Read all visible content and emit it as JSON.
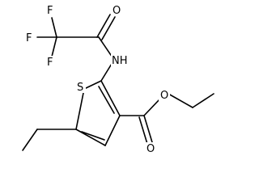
{
  "molecule": {
    "atoms": {
      "f_top": "F",
      "f_left": "F",
      "f_bottom": "F",
      "o_amide": "O",
      "nh": "NH",
      "s_ring": "S",
      "o_ester_carbonyl": "O",
      "o_ester_ether": "O"
    },
    "colors": {
      "bond": "#000000",
      "label": "#000000",
      "background": "#ffffff"
    }
  }
}
